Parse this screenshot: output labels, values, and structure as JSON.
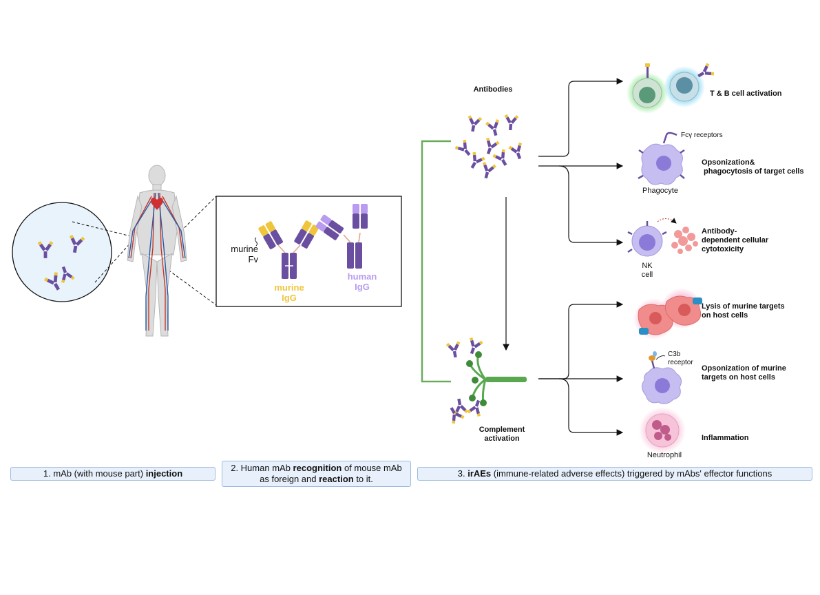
{
  "steps": [
    {
      "prefix": "1.  mAb (with mouse part) ",
      "bold": "injection",
      "suffix": ""
    },
    {
      "line1_prefix": "2. Human mAb ",
      "line1_bold": "recognition",
      "line1_suffix": " of mouse mAb",
      "line2_prefix": "as foreign and ",
      "line2_bold": "reaction",
      "line2_suffix": " to it."
    },
    {
      "prefix": "3. ",
      "bold": "irAEs",
      "suffix": " (immune-related adverse effects) triggered by mAbs' effector functions"
    }
  ],
  "panel2": {
    "murine_fv_line1": "murine",
    "murine_fv_line2": "Fv",
    "murine_igg_line1": "murine",
    "murine_igg_line2": "IgG",
    "human_igg_line1": "human",
    "human_igg_line2": "IgG"
  },
  "panel3": {
    "antibodies": "Antibodies",
    "complement_line1": "Complement",
    "complement_line2": "activation",
    "tb_activation": "T & B cell activation",
    "fc_receptors": "Fcγ receptors",
    "opsonization_line1": "Opsonization&",
    "opsonization_line2": " phagocytosis of target cells",
    "phagocyte": "Phagocyte",
    "adcc_line1": "Antibody-",
    "adcc_line2": "dependent cellular",
    "adcc_line3": "cytotoxicity",
    "nk_line1": "NK",
    "nk_line2": "cell",
    "lysis_line1": "Lysis of murine targets",
    "lysis_line2": "on host cells",
    "c3b_line1": "C3b",
    "c3b_line2": "receptor",
    "opson_murine_line1": "Opsonization of murine",
    "opson_murine_line2": "targets on host cells",
    "inflammation": "Inflammation",
    "neutrophil": "Neutrophil"
  },
  "colors": {
    "antibody_purple": "#6a4fa0",
    "murine_yellow": "#f0c53b",
    "human_lavender": "#b99cef",
    "bracket_green": "#6aab5c",
    "step_box_fill": "#e8f1fb",
    "step_box_border": "#9dbbe0"
  }
}
